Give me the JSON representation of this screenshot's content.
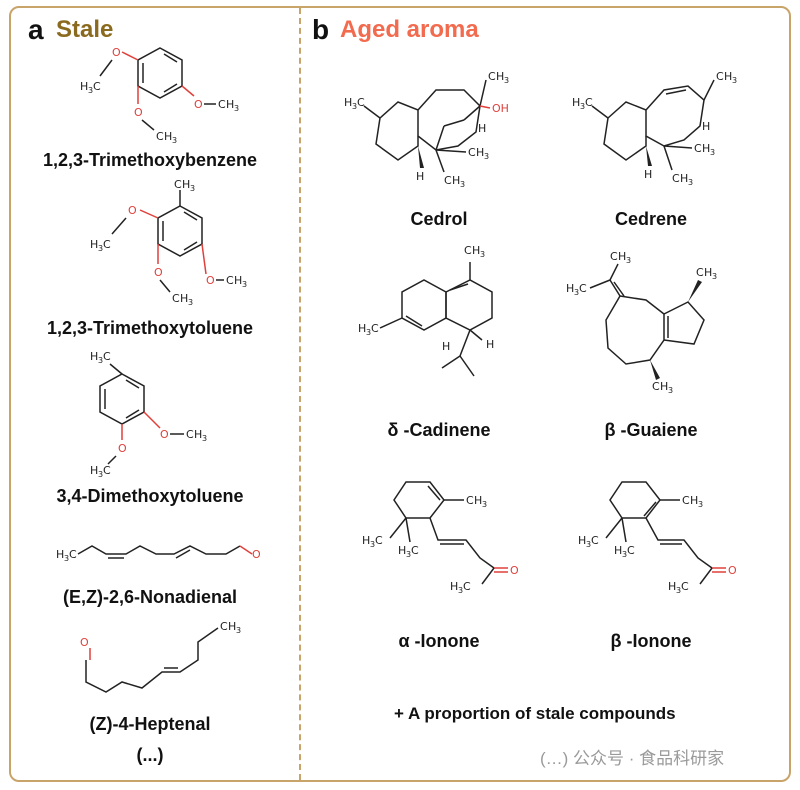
{
  "panel_a": {
    "letter": "a",
    "title": "Stale",
    "title_color": "#8a6a1e",
    "compounds": [
      "1,2,3-Trimethoxybenzene",
      "1,2,3-Trimethoxytoluene",
      "3,4-Dimethoxytoluene",
      "(E,Z)-2,6-Nonadienal",
      "(Z)-4-Heptenal"
    ],
    "ellipsis": "(...)"
  },
  "panel_b": {
    "letter": "b",
    "title": "Aged aroma",
    "title_color": "#f26b4f",
    "compounds": [
      "Cedrol",
      "Cedrene",
      "δ -Cadinene",
      "β -Guaiene",
      "α -Ionone",
      "β -Ionone"
    ],
    "note": "+ A proportion of stale compounds"
  },
  "atoms": {
    "oxygen": "O",
    "hydroxyl": "OH",
    "hydrogen": "H",
    "methyl_c": "C",
    "methyl_h": "H",
    "methyl_sub": "3"
  },
  "watermark": "(…)   公众号 · 食品科研家",
  "colors": {
    "oxygen": "#e0403a",
    "border": "#c9a46a"
  }
}
